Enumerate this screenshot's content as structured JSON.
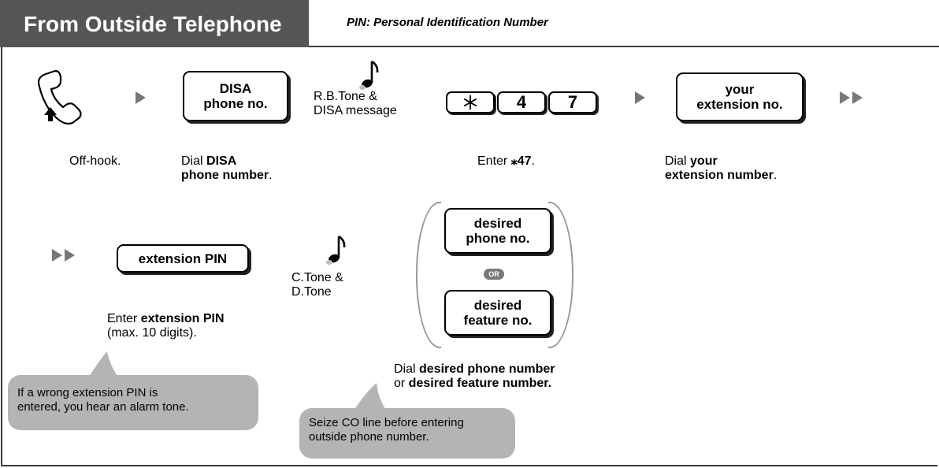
{
  "header": {
    "title": "From Outside Telephone",
    "subtitle": "PIN: Personal Identification Number"
  },
  "steps": {
    "offhook": {
      "caption": "Off-hook.",
      "icon": "handset-offhook-icon"
    },
    "disa": {
      "box": [
        "DISA",
        "phone no."
      ],
      "caption_prefix": "Dial ",
      "caption_bold_1": "DISA",
      "caption_bold_2": "phone number",
      "caption_suffix": "."
    },
    "tone1": {
      "lines": [
        "R.B.Tone &",
        "DISA message"
      ],
      "icon": "music-note-icon"
    },
    "code": {
      "keys": [
        "*",
        "4",
        "7"
      ],
      "caption_prefix": "Enter ",
      "caption_bold": "⁎47",
      "caption_suffix": "."
    },
    "ext": {
      "box": [
        "your",
        "extension no."
      ],
      "caption_prefix": "Dial ",
      "caption_bold_1": "your",
      "caption_bold_2": "extension number",
      "caption_suffix": "."
    },
    "pin": {
      "box": "extension PIN",
      "caption_prefix": "Enter ",
      "caption_bold": "extension PIN",
      "caption_line2": "(max. 10 digits)."
    },
    "tone2": {
      "lines": [
        "C.Tone &",
        "D.Tone"
      ],
      "icon": "music-note-icon"
    },
    "desired": {
      "box1": [
        "desired",
        "phone no."
      ],
      "or_label": "OR",
      "box2": [
        "desired",
        "feature no."
      ],
      "caption_prefix": "Dial ",
      "caption_bold_1": "desired phone number",
      "caption_line2_prefix": "or ",
      "caption_bold_2": "desired feature number."
    }
  },
  "notes": {
    "wrong_pin": [
      "If a wrong extension PIN is",
      "entered, you hear an alarm tone."
    ],
    "seize_co": [
      "Seize CO line before entering",
      "outside phone number."
    ]
  },
  "colors": {
    "header_bg": "#555555",
    "arrow": "#777777",
    "bubble": "#b4b4b4"
  }
}
